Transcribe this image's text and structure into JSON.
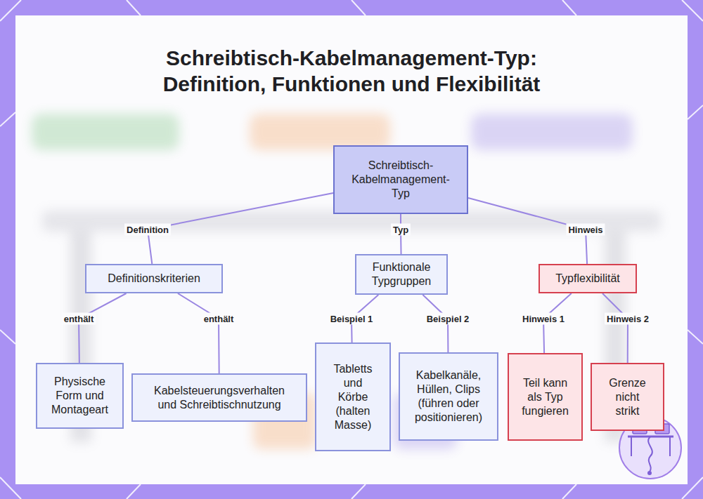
{
  "diagram": {
    "title": "Schreibtisch-Kabelmanagement-Typ: Definition, Funktionen und Flexibilität",
    "nodes": [
      {
        "text": [
          "Schreibtisch-Kabelmanagement-Typ"
        ]
      },
      {
        "text": [
          "Definitionskriterien"
        ]
      },
      {
        "text": [
          "Funktionale Typgruppen"
        ]
      },
      {
        "text": [
          "Typflexibilität"
        ]
      },
      {
        "text": [
          "Physische Form und Montageart"
        ]
      },
      {
        "text": [
          "Kabelsteuerungsverhalten und Schreibtischnutzung"
        ]
      },
      {
        "text": [
          "Tabletts und Körbe (halten Masse)"
        ]
      },
      {
        "text": [
          "Kabelkanäle, Hüllen, Clips (führen oder positionieren)"
        ]
      },
      {
        "text": [
          "Teil kann als Typ fungieren"
        ]
      },
      {
        "text": [
          "Grenze nicht strikt"
        ]
      }
    ],
    "edges": [
      {
        "from": 0,
        "to": 1,
        "label": "Definition",
        "arrow": "none"
      },
      {
        "from": 0,
        "to": 2,
        "label": "Typ",
        "arrow": "none"
      },
      {
        "from": 0,
        "to": 3,
        "label": "Hinweis",
        "arrow": "none"
      },
      {
        "from": 1,
        "to": 4,
        "label": "enthält",
        "arrow": "none"
      },
      {
        "from": 1,
        "to": 5,
        "label": "enthält",
        "arrow": "none"
      },
      {
        "from": 2,
        "to": 6,
        "label": "Beispiel 1",
        "arrow": "none"
      },
      {
        "from": 2,
        "to": 7,
        "label": "Beispiel 2",
        "arrow": "none"
      },
      {
        "from": 3,
        "to": 8,
        "label": "Hinweis 1",
        "arrow": "none"
      },
      {
        "from": 3,
        "to": 9,
        "label": "Hinweis 2",
        "arrow": "none"
      }
    ]
  }
}
